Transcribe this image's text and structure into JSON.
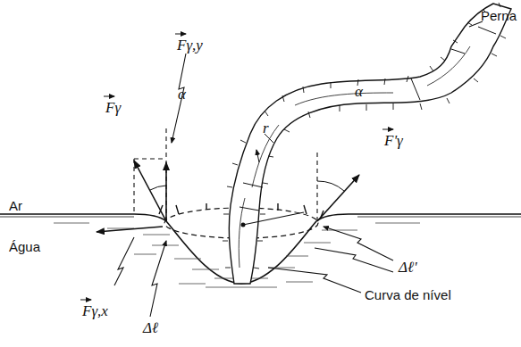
{
  "diagram": {
    "labels": [
      "Perna",
      "Fγ,y",
      "α",
      "Fγ",
      "α",
      "r",
      "F'γ",
      "Ar",
      "Água",
      "Δℓ'",
      "Fγ,x",
      "Δℓ",
      "Curva de nível"
    ]
  }
}
